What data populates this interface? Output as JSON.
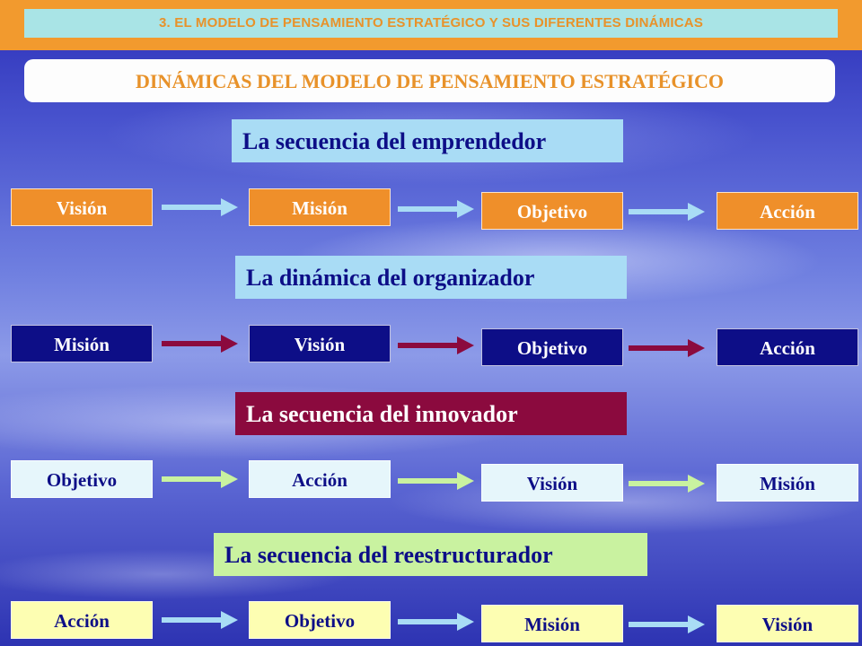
{
  "header": {
    "top_title": "3. EL MODELO DE PENSAMIENTO ESTRATÉGICO Y SUS DIFERENTES DINÁMICAS",
    "main_title": "DINÁMICAS DEL MODELO DE PENSAMIENTO ESTRATÉGICO"
  },
  "colors": {
    "orange": "#ef8f2a",
    "navy": "#0d0e87",
    "crimson": "#8b0a3e",
    "light_blue": "#a9dcf5",
    "light_green": "#c9f2a0"
  },
  "sections": [
    {
      "title": "La secuencia del emprendedor",
      "steps": [
        "Visión",
        "Misión",
        "Objetivo",
        "Acción"
      ]
    },
    {
      "title": "La dinámica del organizador",
      "steps": [
        "Misión",
        "Visión",
        "Objetivo",
        "Acción"
      ]
    },
    {
      "title": "La secuencia del innovador",
      "steps": [
        "Objetivo",
        "Acción",
        "Visión",
        "Misión"
      ]
    },
    {
      "title": "La secuencia del reestructurador",
      "steps": [
        "Acción",
        "Objetivo",
        "Misión",
        "Visión"
      ]
    }
  ]
}
